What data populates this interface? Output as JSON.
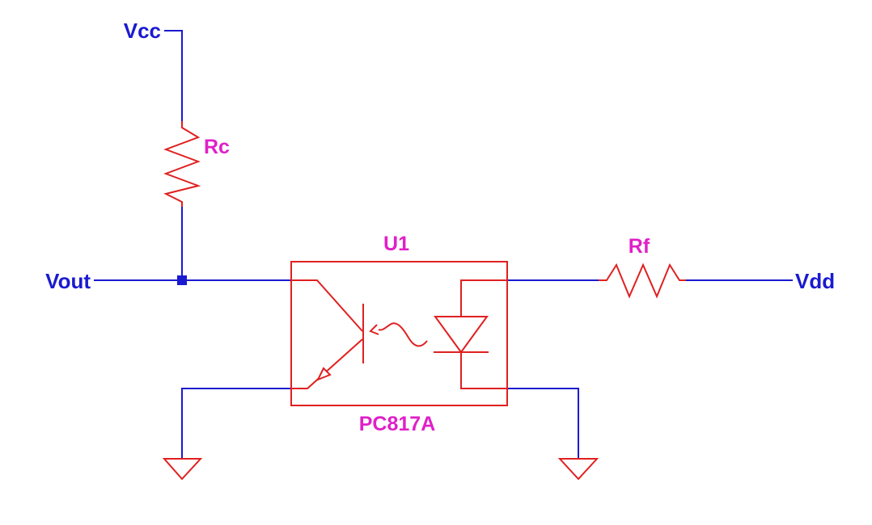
{
  "colors": {
    "wire": "#1a1ad0",
    "component": "#e02020",
    "net_label": "#1a1ad0",
    "part_label": "#e020c8",
    "background": "#ffffff"
  },
  "nets": {
    "vcc": "Vcc",
    "vout": "Vout",
    "vdd": "Vdd"
  },
  "parts": {
    "rc": "Rc",
    "rf": "Rf",
    "u1_ref": "U1",
    "u1_value": "PC817A"
  }
}
